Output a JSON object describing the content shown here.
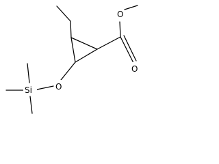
{
  "molecule": {
    "atoms": {
      "methoxy_oxygen": "O",
      "carbonyl_oxygen": "O",
      "silyl_ether_oxygen": "O",
      "silicon": "Si"
    },
    "colors": {
      "background": "#ffffff",
      "ink": "#000000"
    }
  }
}
